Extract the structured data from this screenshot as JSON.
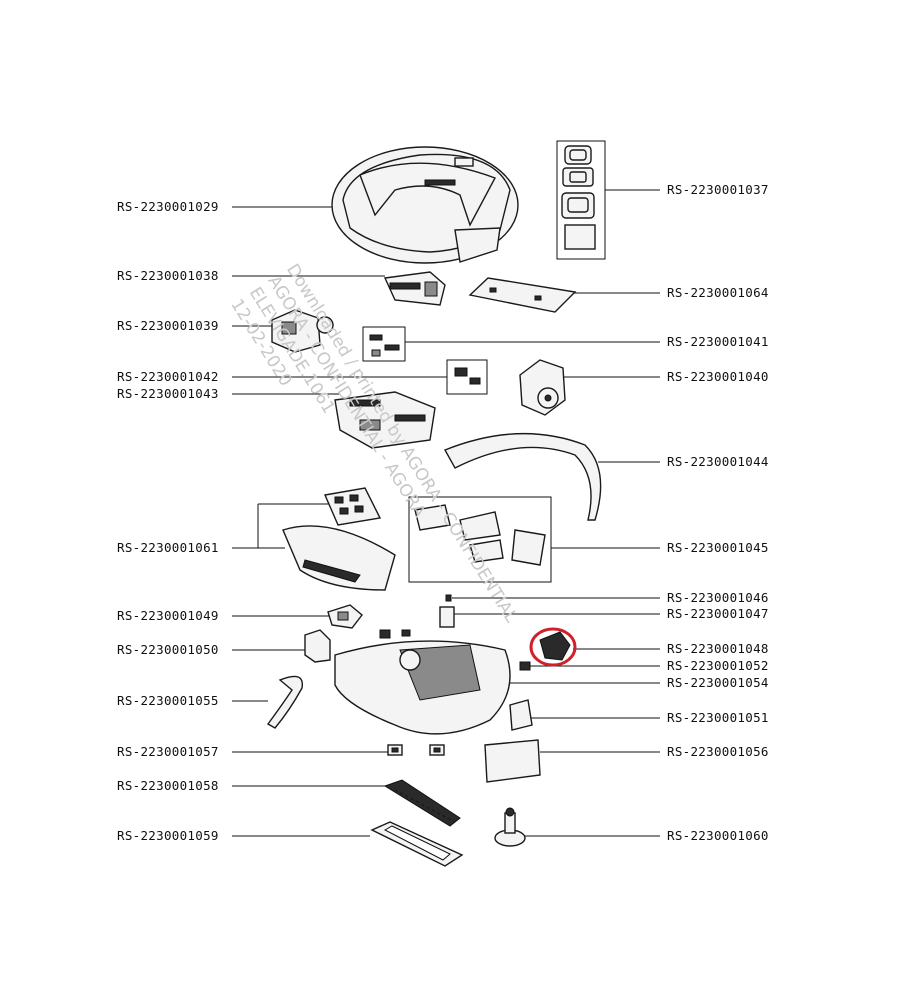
{
  "watermark": {
    "lines": [
      "Downloaded / printed by AGORA - CONFIDENTIAL",
      "AGORA - CONFIDENTIAL - AGORA"
    ],
    "fragments": [
      "ELEVIGADE.1061",
      "12-02-2020"
    ]
  },
  "labels": {
    "p1029": "RS-2230001029",
    "p1037": "RS-2230001037",
    "p1038": "RS-2230001038",
    "p1064": "RS-2230001064",
    "p1039": "RS-2230001039",
    "p1041": "RS-2230001041",
    "p1042": "RS-2230001042",
    "p1040": "RS-2230001040",
    "p1043": "RS-2230001043",
    "p1044": "RS-2230001044",
    "p1061": "RS-2230001061",
    "p1045": "RS-2230001045",
    "p1046": "RS-2230001046",
    "p1049": "RS-2230001049",
    "p1047": "RS-2230001047",
    "p1048": "RS-2230001048",
    "p1050": "RS-2230001050",
    "p1052": "RS-2230001052",
    "p1054": "RS-2230001054",
    "p1055": "RS-2230001055",
    "p1051": "RS-2230001051",
    "p1057": "RS-2230001057",
    "p1056": "RS-2230001056",
    "p1058": "RS-2230001058",
    "p1059": "RS-2230001059",
    "p1060": "RS-2230001060"
  },
  "colors": {
    "line": "#111111",
    "highlight": "#d0202a",
    "watermark": "#c8c8c8"
  }
}
